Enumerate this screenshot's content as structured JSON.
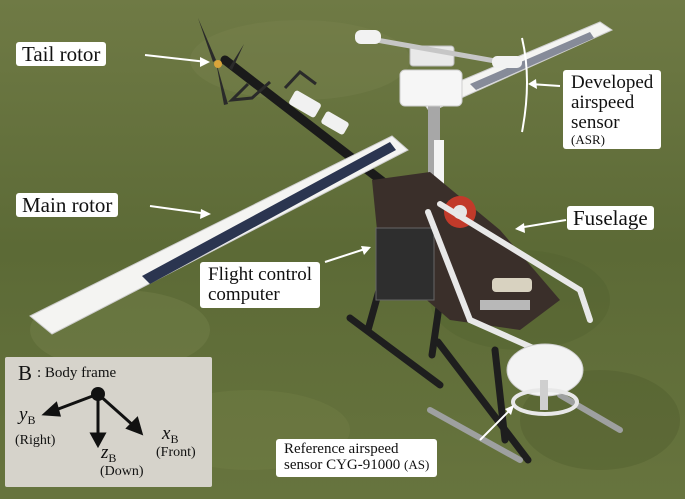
{
  "labels": {
    "tail_rotor": "Tail rotor",
    "main_rotor": "Main rotor",
    "fcc_line1": "Flight control",
    "fcc_line2": "computer",
    "asr_line1": "Developed",
    "asr_line2": "airspeed",
    "asr_line3": "sensor",
    "asr_abbr": "(ASR)",
    "fuselage": "Fuselage",
    "as_line1": "Reference airspeed",
    "as_line2": "sensor CYG-91000",
    "as_abbr": "(AS)"
  },
  "body_frame": {
    "letter": "B",
    "title": ": Body frame",
    "y_axis": "y",
    "y_sub": "B",
    "y_dir": "(Right)",
    "z_axis": "z",
    "z_sub": "B",
    "z_dir": "(Down)",
    "x_axis": "x",
    "x_sub": "B",
    "x_dir": "(Front)"
  },
  "colors": {
    "grass": "#5d6b3a",
    "label_bg": "#ffffff",
    "frame_box_bg": "#d6d3cb",
    "blade": "#f4f4f2",
    "blade_stripe": "#2b3550"
  }
}
